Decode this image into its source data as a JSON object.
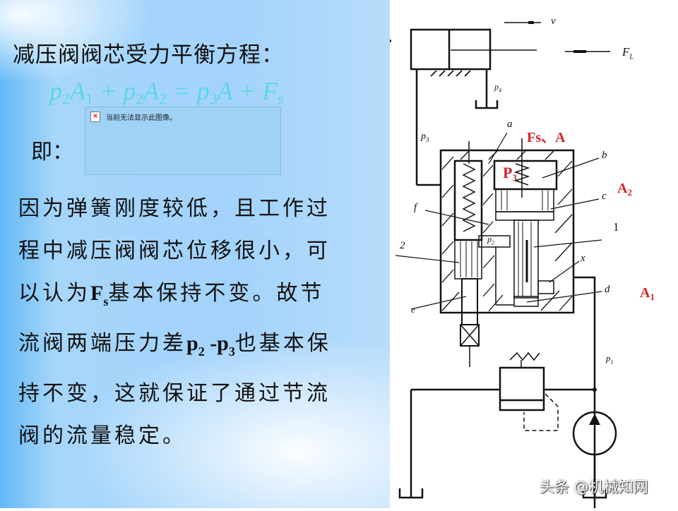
{
  "slide": {
    "title": "减压阀阀芯受力平衡方程：",
    "equation": {
      "terms": [
        {
          "var": "p",
          "sub": "2"
        },
        {
          "var": "A",
          "sub": "1"
        },
        {
          "op": " + "
        },
        {
          "var": "p",
          "sub": "2"
        },
        {
          "var": "A",
          "sub": "2"
        },
        {
          "op": " = "
        },
        {
          "var": "p",
          "sub": "3"
        },
        {
          "var": "A",
          "sub": ""
        },
        {
          "op": " + "
        },
        {
          "var": "F",
          "sub": "s"
        }
      ],
      "lhs_1_var": "p",
      "lhs_1_sub": "2",
      "lhs_2_var": "A",
      "lhs_2_sub": "1",
      "plus_1": "+",
      "lhs_3_var": "p",
      "lhs_3_sub": "2",
      "lhs_4_var": "A",
      "lhs_4_sub": "2",
      "equals": "=",
      "rhs_1_var": "p",
      "rhs_1_sub": "3",
      "rhs_2_var": "A",
      "plus_2": "+",
      "rhs_3_var": "F",
      "rhs_3_sub": "s",
      "color": "#5ed6e3"
    },
    "broken_image": {
      "icon": "broken-image-icon",
      "icon_glyph": "×",
      "message": "当前无法显示此图像。"
    },
    "ji_label": "即：",
    "paragraph": {
      "line1": "因为弹簧刚度较低，且工作过",
      "line2": "程中减压阀阀芯位移很小，可",
      "line3_pre": "以认为",
      "line3_F": "F",
      "line3_F_sub": "s",
      "line3_post": "基本保持不变。故节",
      "line4_pre": "流阀两端压力差",
      "line4_p2": "p",
      "line4_p2_sub": "2",
      "line4_dash": " -p",
      "line4_p3_sub": "3",
      "line4_post": "也基本保",
      "line5": "持不变，这就保证了通过节流",
      "line6": "阀的流量稳定。"
    }
  },
  "diagram": {
    "labels": {
      "v": "v",
      "FL": "F",
      "FL_sub": "L",
      "p4": "p",
      "p4_sub": "4",
      "p3": "p",
      "p3_sub": "3",
      "a": "a",
      "b": "b",
      "c": "c",
      "d": "d",
      "e": "e",
      "f": "f",
      "x": "x",
      "one": "1",
      "two": "2",
      "p2": "p",
      "p2_sub": "2",
      "p1": "p",
      "p1_sub": "1"
    },
    "red_labels": {
      "fs_a": "Fs、A",
      "P3": "P",
      "P3_sub": "3",
      "A2": "A",
      "A2_sub": "2",
      "A1": "A",
      "A1_sub": "1",
      "color": "#d1262a"
    }
  },
  "watermark": "头条 @机械知网"
}
